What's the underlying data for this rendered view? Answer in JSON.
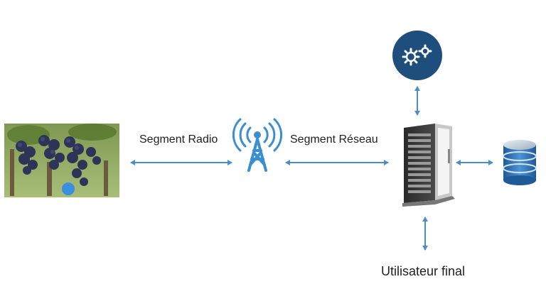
{
  "labels": {
    "radio_segment": "Segment Radio",
    "network_segment": "Segment Réseau",
    "end_user": "Utilisateur final"
  },
  "icons": {
    "vineyard_sensor": "vineyard-photo-icon",
    "antenna": "radio-antenna-icon",
    "processing": "gears-icon",
    "server": "server-rack-icon",
    "database": "database-icon"
  },
  "colors": {
    "arrow": "#4a90c8",
    "antenna": "#3a8fd0",
    "gear_circle": "#1e4e7c",
    "database": "#2d6fae",
    "sensor_dot": "#3b8fe0"
  }
}
